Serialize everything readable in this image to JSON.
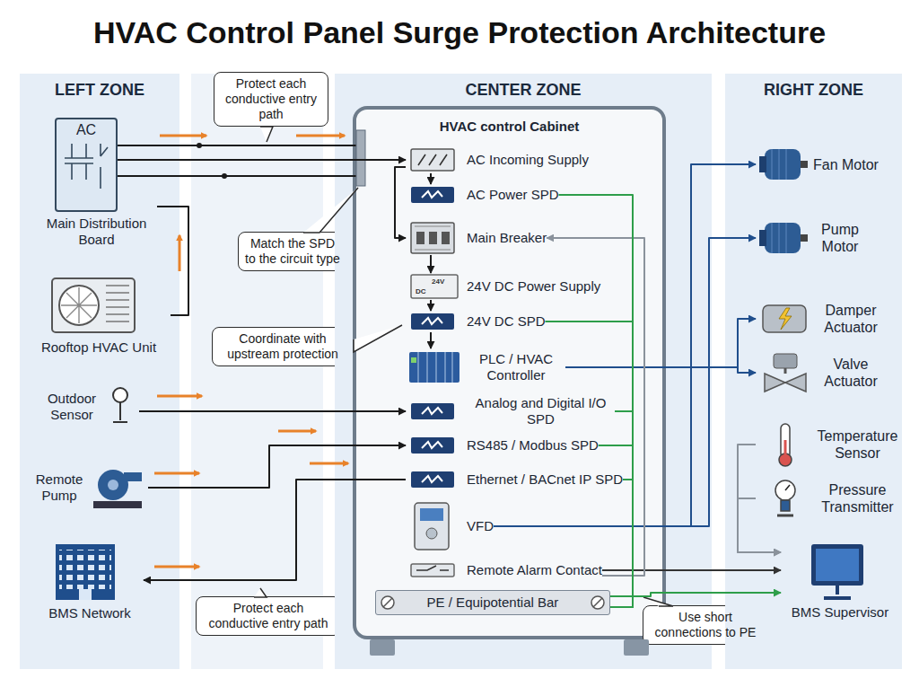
{
  "diagram": {
    "title": "HVAC Control Panel Surge Protection Architecture",
    "nodes": [
      {
        "text": [
          "LEFT ZONE"
        ]
      },
      {
        "text": [
          "AC",
          "Main Distribution Board"
        ],
        "in": 0
      },
      {
        "text": [
          "Rooftop HVAC Unit"
        ],
        "in": 0
      },
      {
        "text": [
          "Outdoor Sensor"
        ],
        "in": 0
      },
      {
        "text": [
          "Remote Pump"
        ],
        "in": 0
      },
      {
        "text": [
          "BMS Network"
        ],
        "in": 0
      },
      {
        "text": [
          "Protect each conductive entry path"
        ]
      },
      {
        "text": [
          "Match the SPD to the circuit type"
        ]
      },
      {
        "text": [
          "Coordinate with upstream protection"
        ]
      },
      {
        "text": [
          "Protect each conductive entry path"
        ]
      },
      {
        "text": [
          "CENTER ZONE"
        ]
      },
      {
        "text": [
          "HVAC control Cabinet"
        ],
        "in": 10
      },
      {
        "text": [
          "AC Incoming Supply"
        ],
        "in": 11
      },
      {
        "text": [
          "AC Power SPD"
        ],
        "in": 11
      },
      {
        "text": [
          "Main Breaker"
        ],
        "in": 11
      },
      {
        "text": [
          "24V DC Power Supply"
        ],
        "in": 11
      },
      {
        "text": [
          "24V DC SPD"
        ],
        "in": 11
      },
      {
        "text": [
          "PLC / HVAC Controller"
        ],
        "in": 11
      },
      {
        "text": [
          "Analog and Digital I/O SPD"
        ],
        "in": 11
      },
      {
        "text": [
          "RS485 / Modbus SPD"
        ],
        "in": 11
      },
      {
        "text": [
          "Ethernet / BACnet IP SPD"
        ],
        "in": 11
      },
      {
        "text": [
          "VFD"
        ],
        "in": 11
      },
      {
        "text": [
          "Remote Alarm Contact"
        ],
        "in": 11
      },
      {
        "text": [
          "PE / Equipotential Bar"
        ],
        "in": 11
      },
      {
        "text": [
          "Use short connections to PE"
        ]
      },
      {
        "text": [
          "RIGHT ZONE"
        ]
      },
      {
        "text": [
          "Fan Motor"
        ],
        "in": 25
      },
      {
        "text": [
          "Pump Motor"
        ],
        "in": 25
      },
      {
        "text": [
          "Damper Actuator"
        ],
        "in": 25
      },
      {
        "text": [
          "Valve Actuator"
        ],
        "in": 25
      },
      {
        "text": [
          "Temperature Sensor"
        ],
        "in": 25
      },
      {
        "text": [
          "Pressure Transmitter"
        ],
        "in": 25
      },
      {
        "text": [
          "BMS Supervisor"
        ],
        "in": 25
      }
    ],
    "edges": [
      {
        "from": 1,
        "to": 12,
        "arrow": "to"
      },
      {
        "from": 2,
        "to": 1,
        "arrow": "none"
      },
      {
        "from": 12,
        "to": 14,
        "arrow": "to"
      },
      {
        "from": 12,
        "to": 13,
        "arrow": "to"
      },
      {
        "from": 14,
        "to": 15,
        "arrow": "to"
      },
      {
        "from": 15,
        "to": 16,
        "arrow": "to"
      },
      {
        "from": 16,
        "to": 17,
        "arrow": "to"
      },
      {
        "from": 3,
        "to": 18,
        "arrow": "to"
      },
      {
        "from": 4,
        "to": 19,
        "arrow": "to"
      },
      {
        "from": 20,
        "to": 5,
        "arrow": "to"
      },
      {
        "from": 17,
        "to": 28,
        "arrow": "to"
      },
      {
        "from": 17,
        "to": 29,
        "arrow": "to"
      },
      {
        "from": 21,
        "to": 26,
        "arrow": "to"
      },
      {
        "from": 21,
        "to": 27,
        "arrow": "to"
      },
      {
        "from": 22,
        "to": 32,
        "arrow": "to"
      },
      {
        "from": 22,
        "to": 14,
        "arrow": "to"
      },
      {
        "from": 13,
        "to": 23,
        "arrow": "none"
      },
      {
        "from": 16,
        "to": 23,
        "arrow": "none"
      },
      {
        "from": 18,
        "to": 23,
        "arrow": "none"
      },
      {
        "from": 19,
        "to": 23,
        "arrow": "none"
      },
      {
        "from": 20,
        "to": 23,
        "arrow": "none"
      },
      {
        "from": 23,
        "to": 32,
        "arrow": "to"
      },
      {
        "from": 30,
        "to": 32,
        "arrow": "to"
      },
      {
        "from": 31,
        "to": 32,
        "arrow": "to"
      }
    ],
    "labels": [
      "24V",
      "DC"
    ]
  }
}
